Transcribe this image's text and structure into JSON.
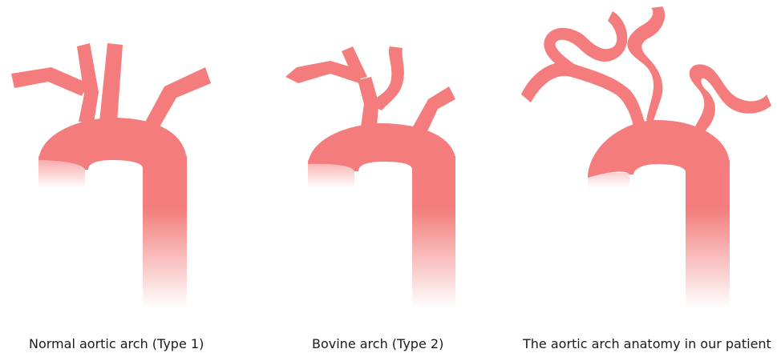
{
  "panels": [
    {
      "caption": "Normal aortic arch (Type 1)"
    },
    {
      "caption": "Bovine arch (Type 2)"
    },
    {
      "caption": "The aortic arch anatomy in our patient"
    }
  ],
  "colors": {
    "vessel": "#f47c7c",
    "background": "#ffffff",
    "text": "#1a1a1a"
  }
}
